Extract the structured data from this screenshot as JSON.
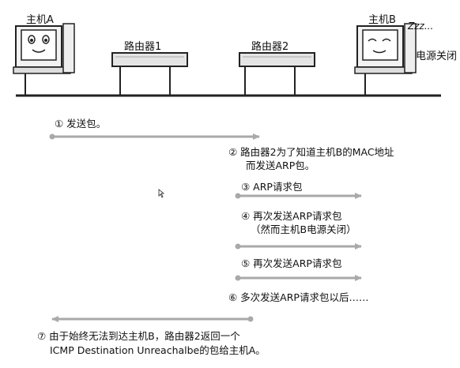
{
  "nodes": {
    "host_a": "主机A",
    "router1": "路由器1",
    "router2": "路由器2",
    "host_b": "主机B",
    "sleep": "Zzz...",
    "power_off": "电源关闭"
  },
  "steps": {
    "s1": "① 发送包。",
    "s2_line1": "② 路由器2为了知道主机B的MAC地址",
    "s2_line2": "而发送ARP包。",
    "s3": "③ ARP请求包",
    "s4_line1": "④ 再次发送ARP请求包",
    "s4_line2": "（然而主机B电源关闭）",
    "s5": "⑤ 再次发送ARP请求包",
    "s6": "⑥ 多次发送ARP请求包以后……",
    "s7_line1": "⑦ 由于始终无法到达主机B，路由器2返回一个",
    "s7_line2": "ICMP Destination Unreachalbe的包给主机A。"
  },
  "colors": {
    "arrow": "#a9a9a9",
    "line": "#222222"
  }
}
